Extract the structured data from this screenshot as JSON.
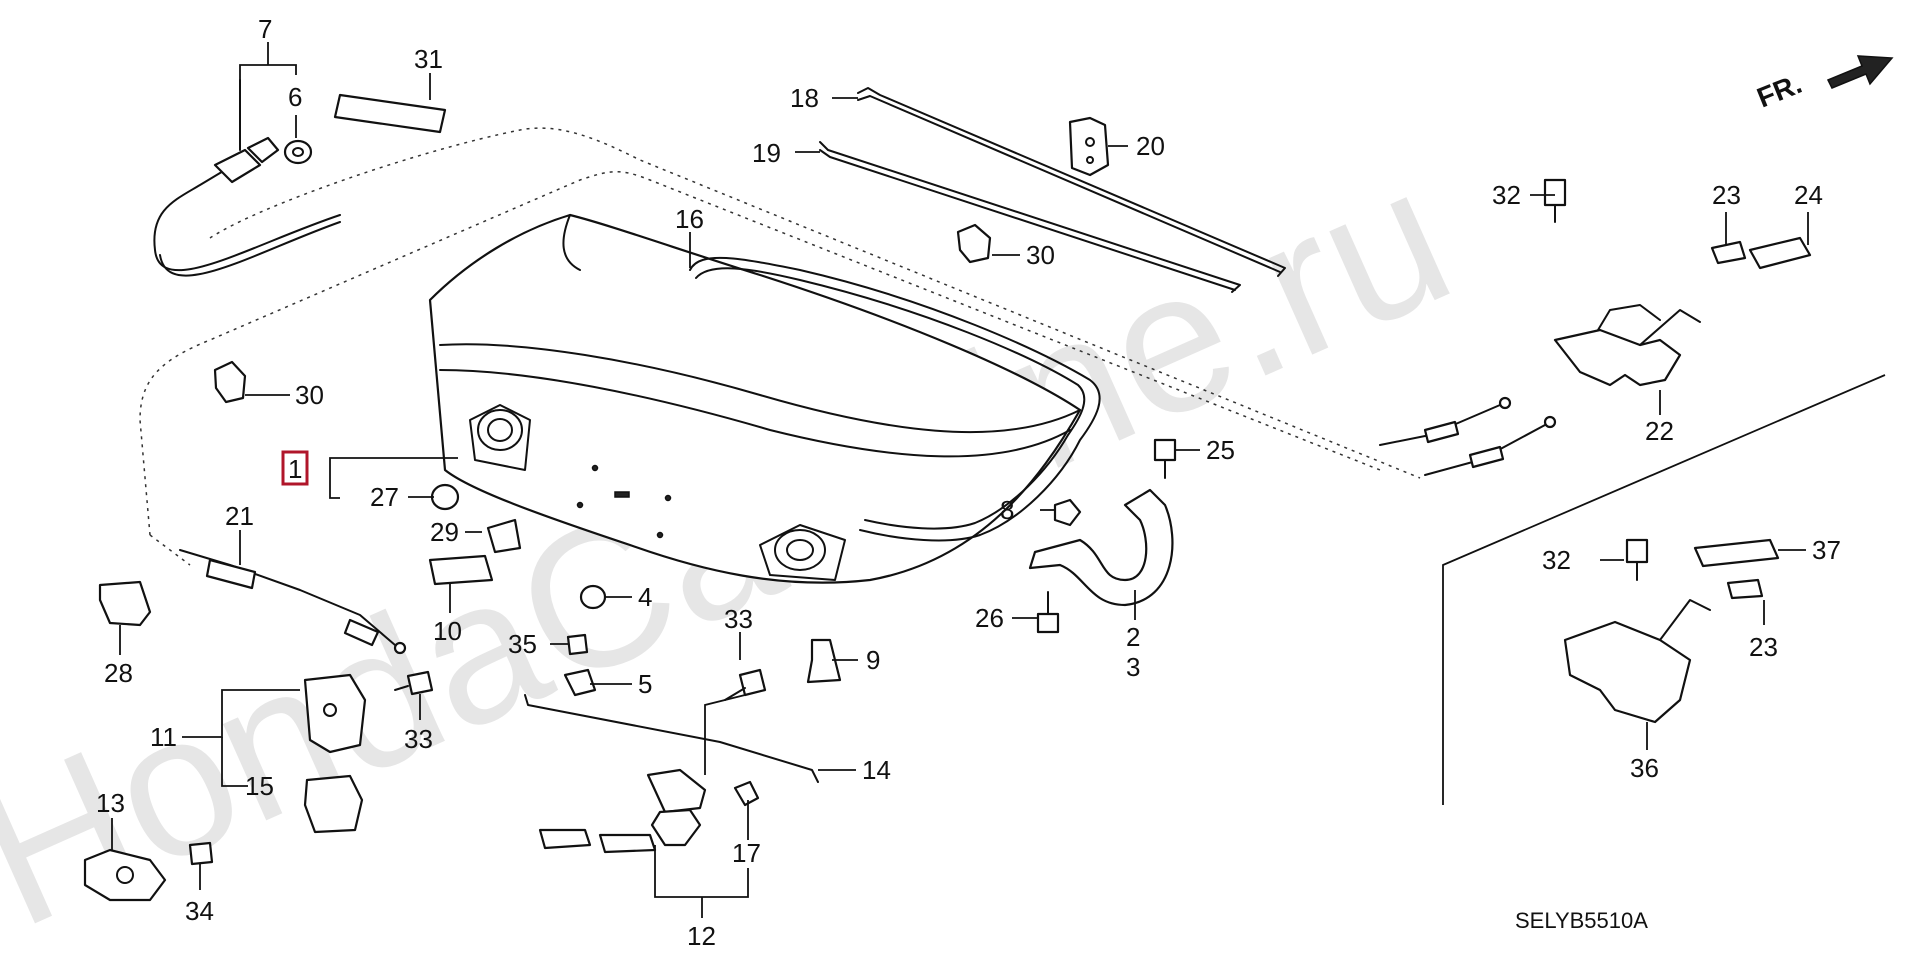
{
  "watermark": "HondaCarMine.ru",
  "direction_label": "FR.",
  "drawing_code": "SELYB5510A",
  "highlighted_part": "1",
  "labels": {
    "p1": "1",
    "p2": "2",
    "p3": "3",
    "p4": "4",
    "p5": "5",
    "p6": "6",
    "p7": "7",
    "p8": "8",
    "p9": "9",
    "p10": "10",
    "p11": "11",
    "p12": "12",
    "p13": "13",
    "p14": "14",
    "p15": "15",
    "p16": "16",
    "p17": "17",
    "p18": "18",
    "p19": "19",
    "p20": "20",
    "p21": "21",
    "p22": "22",
    "p23a": "23",
    "p23b": "23",
    "p24": "24",
    "p25": "25",
    "p26": "26",
    "p27": "27",
    "p28": "28",
    "p29": "29",
    "p30a": "30",
    "p30b": "30",
    "p31": "31",
    "p32a": "32",
    "p32b": "32",
    "p33a": "33",
    "p33b": "33",
    "p34": "34",
    "p35": "35",
    "p36": "36",
    "p37": "37"
  },
  "colors": {
    "highlight": "#b0152a",
    "ink": "#111111",
    "watermark": "#e6e6e6"
  }
}
